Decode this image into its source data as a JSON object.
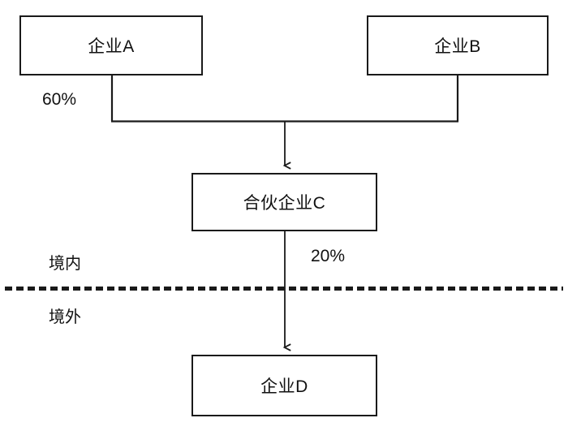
{
  "diagram": {
    "nodes": [
      {
        "id": "A",
        "label": "企业A"
      },
      {
        "id": "B",
        "label": "企业B"
      },
      {
        "id": "C",
        "label": "合伙企业C"
      },
      {
        "id": "D",
        "label": "企业D"
      }
    ],
    "edge_labels": {
      "a_to_c": "60%",
      "c_to_d": "20%"
    },
    "region_labels": {
      "above": "境内",
      "below": "境外"
    },
    "colors": {
      "line": "#1a1a1a",
      "text": "#111111",
      "background": "#ffffff"
    }
  }
}
